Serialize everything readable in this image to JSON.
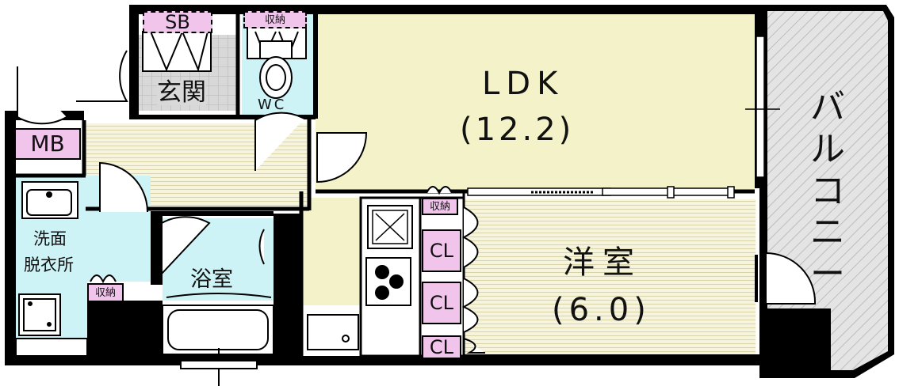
{
  "rooms": {
    "ldk": {
      "name": "LDK",
      "size": "(12.2)"
    },
    "western": {
      "name": "洋室",
      "size": "(6.0)"
    },
    "entrance": {
      "name": "玄関"
    },
    "bath": {
      "name": "浴室"
    },
    "wc": {
      "name": "WC"
    },
    "washroom": {
      "line1": "洗面",
      "line2": "脱衣所"
    },
    "balcony": {
      "name": "バルコニー"
    }
  },
  "tags": {
    "sb": "SB",
    "mb": "MB",
    "storage_wc": "収納",
    "storage_wash": "収納",
    "storage_west": "収納",
    "cl1": "CL",
    "cl2": "CL",
    "cl3": "CL"
  },
  "colors": {
    "wall": "#000000",
    "ldk_floor": "#f3f2c8",
    "wood_floor": "#f5f3d8",
    "wet_area": "#cdf3f6",
    "storage_tag": "#f1c4ec",
    "entrance_tile": "#d9d9d9",
    "balcony": "#dcdcdc"
  }
}
